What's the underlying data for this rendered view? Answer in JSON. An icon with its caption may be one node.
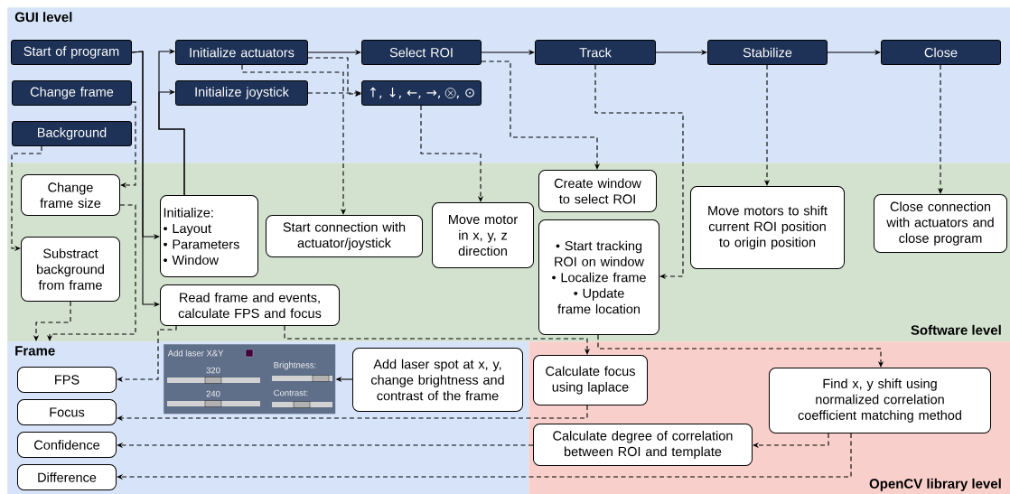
{
  "diagram": {
    "nodes": [
      {
        "text": [
          "GUI level"
        ]
      },
      {
        "text": [
          "Software level"
        ]
      },
      {
        "text": [
          "Frame"
        ]
      },
      {
        "text": [
          "OpenCV library level"
        ]
      },
      {
        "text": [
          "Start of program"
        ],
        "in": 0
      },
      {
        "text": [
          "Change frame"
        ],
        "in": 0
      },
      {
        "text": [
          "Background"
        ],
        "in": 0
      },
      {
        "text": [
          "Initialize actuators"
        ],
        "in": 0
      },
      {
        "text": [
          "Initialize joystick"
        ],
        "in": 0
      },
      {
        "text": [
          "Select ROI"
        ],
        "in": 0
      },
      {
        "text": [
          "↑, ↓, ←, →,",
          ", ⊙"
        ],
        "in": 0
      },
      {
        "text": [
          "Track"
        ],
        "in": 0
      },
      {
        "text": [
          "Stabilize"
        ],
        "in": 0
      },
      {
        "text": [
          "Close"
        ],
        "in": 0
      },
      {
        "text": [
          "Change frame size"
        ],
        "in": 1
      },
      {
        "text": [
          "Substract background from frame"
        ],
        "in": 1
      },
      {
        "text": [
          "Initialize:",
          "• Layout",
          "• Parameters",
          "• Window"
        ],
        "in": 1
      },
      {
        "text": [
          "Start connection with actuator/joystick"
        ],
        "in": 1
      },
      {
        "text": [
          "Move motor in x, y, z direction"
        ],
        "in": 1
      },
      {
        "text": [
          "Create window to select ROI"
        ],
        "in": 1
      },
      {
        "text": [
          "• Start tracking ROI on window",
          "• Localize frame",
          "• Update frame location"
        ],
        "in": 1
      },
      {
        "text": [
          "Move motors to shift current ROI position to origin position"
        ],
        "in": 1
      },
      {
        "text": [
          "Close connection with actuators and close program"
        ],
        "in": 1
      },
      {
        "text": [
          "Read frame and events, calculate FPS and focus"
        ],
        "in": 1
      },
      {
        "text": [
          "FPS"
        ],
        "in": 2
      },
      {
        "text": [
          "Focus"
        ],
        "in": 2
      },
      {
        "text": [
          "Confidence"
        ],
        "in": 2
      },
      {
        "text": [
          "Difference"
        ],
        "in": 2
      },
      {
        "text": [
          "Add laser X&Y",
          "320",
          "Brightness:",
          "240",
          "Contrast:"
        ],
        "in": 2
      },
      {
        "text": [
          "Add laser spot at x, y, change brightness and contrast of the frame"
        ],
        "in": 2
      },
      {
        "text": [
          "Calculate focus using laplace"
        ],
        "in": 3
      },
      {
        "text": [
          "Find x, y shift using normalized correlation coefficient matching method"
        ],
        "in": 3
      },
      {
        "text": [
          "Calculate degree of correlation between ROI and template"
        ],
        "in": 3
      }
    ],
    "edges": [
      {
        "from": 4,
        "to": 16,
        "arrow": "to"
      },
      {
        "from": 4,
        "to": 23,
        "arrow": "to"
      },
      {
        "from": 16,
        "to": 7,
        "arrow": "to"
      },
      {
        "from": 16,
        "to": 8,
        "arrow": "to"
      },
      {
        "from": 7,
        "to": 9,
        "arrow": "to"
      },
      {
        "from": 9,
        "to": 11,
        "arrow": "to"
      },
      {
        "from": 11,
        "to": 12,
        "arrow": "to"
      },
      {
        "from": 12,
        "to": 13,
        "arrow": "to"
      },
      {
        "from": 7,
        "to": 10,
        "arrow": "to",
        "style": "dashed"
      },
      {
        "from": 7,
        "to": 17,
        "arrow": "to",
        "style": "dashed"
      },
      {
        "from": 8,
        "to": 10,
        "arrow": "to",
        "style": "dashed"
      },
      {
        "from": 9,
        "to": 19,
        "arrow": "to",
        "style": "dashed"
      },
      {
        "from": 11,
        "to": 20,
        "arrow": "to",
        "style": "dashed"
      },
      {
        "from": 10,
        "to": 18,
        "arrow": "to",
        "style": "dashed"
      },
      {
        "from": 12,
        "to": 21,
        "arrow": "to",
        "style": "dashed"
      },
      {
        "from": 13,
        "to": 22,
        "arrow": "to",
        "style": "dashed"
      },
      {
        "from": 5,
        "to": 14,
        "arrow": "to",
        "style": "dashed"
      },
      {
        "from": 6,
        "to": 15,
        "arrow": "to",
        "style": "dashed"
      },
      {
        "from": 14,
        "to": 2,
        "arrow": "to",
        "style": "dashed"
      },
      {
        "from": 15,
        "to": 2,
        "arrow": "to",
        "style": "dashed"
      },
      {
        "from": 23,
        "to": 24,
        "arrow": "to",
        "style": "dashed"
      },
      {
        "from": 23,
        "to": 30,
        "arrow": "to",
        "style": "dashed"
      },
      {
        "from": 20,
        "to": 31,
        "arrow": "to",
        "style": "dashed"
      },
      {
        "from": 30,
        "to": 25,
        "arrow": "to",
        "style": "dashed"
      },
      {
        "from": 31,
        "to": 32,
        "arrow": "to",
        "style": "dashed"
      },
      {
        "from": 32,
        "to": 26,
        "arrow": "to",
        "style": "dashed"
      },
      {
        "from": 31,
        "to": 27,
        "arrow": "to",
        "style": "dashed"
      },
      {
        "from": 29,
        "to": 28,
        "arrow": "to"
      }
    ]
  }
}
